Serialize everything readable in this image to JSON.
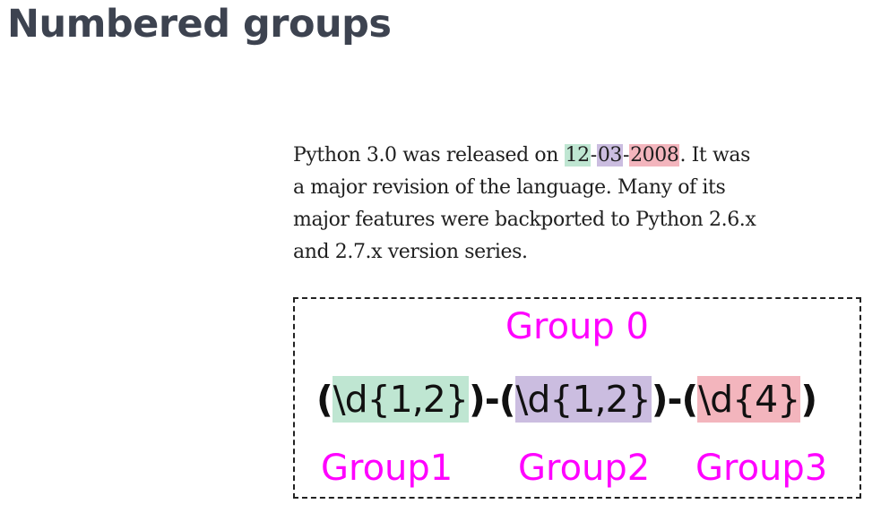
{
  "title": "Numbered groups",
  "colors": {
    "group1": "#bfe6d2",
    "group2": "#cbbde0",
    "group3": "#f3b5bd",
    "label": "#ff00ff"
  },
  "paragraph": {
    "pre": "Python 3.0 was released on ",
    "g1": "12",
    "dash1": "-",
    "g2": "03",
    "dash2": "-",
    "g3": "2008",
    "post_line1": ". It was",
    "line2": "a major revision of the language. Many of its",
    "line3": "major features were backported to Python 2.6.x",
    "line4": "and 2.7.x version series."
  },
  "diagram": {
    "group0_label": "Group 0",
    "regex": {
      "open1": "(",
      "tok1": "\\d{1,2}",
      "close1": ")",
      "sep1": "-",
      "open2": "(",
      "tok2": "\\d{1,2}",
      "close2": ")",
      "sep2": "-",
      "open3": "(",
      "tok3": "\\d{4}",
      "close3": ")"
    },
    "group_labels": [
      "Group1",
      "Group2",
      "Group3"
    ]
  }
}
